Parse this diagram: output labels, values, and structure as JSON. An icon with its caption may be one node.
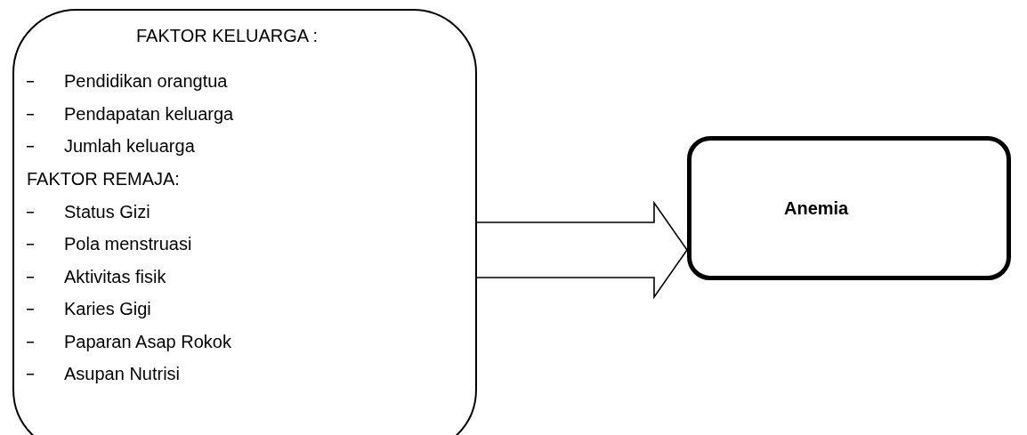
{
  "diagram": {
    "nodes": [
      {
        "text": [
          "FAKTOR KELUARGA :",
          "Pendidikan orangtua",
          "Pendapatan keluarga",
          "Jumlah keluarga",
          "FAKTOR REMAJA:",
          "Status Gizi",
          "Pola menstruasi",
          "Aktivitas fisik",
          "Karies Gigi",
          "Paparan Asap Rokok",
          "Asupan Nutrisi"
        ]
      },
      {
        "text": [
          "Anemia"
        ]
      }
    ],
    "edges": [
      {
        "from": 0,
        "to": 1,
        "arrow": "to"
      }
    ]
  }
}
